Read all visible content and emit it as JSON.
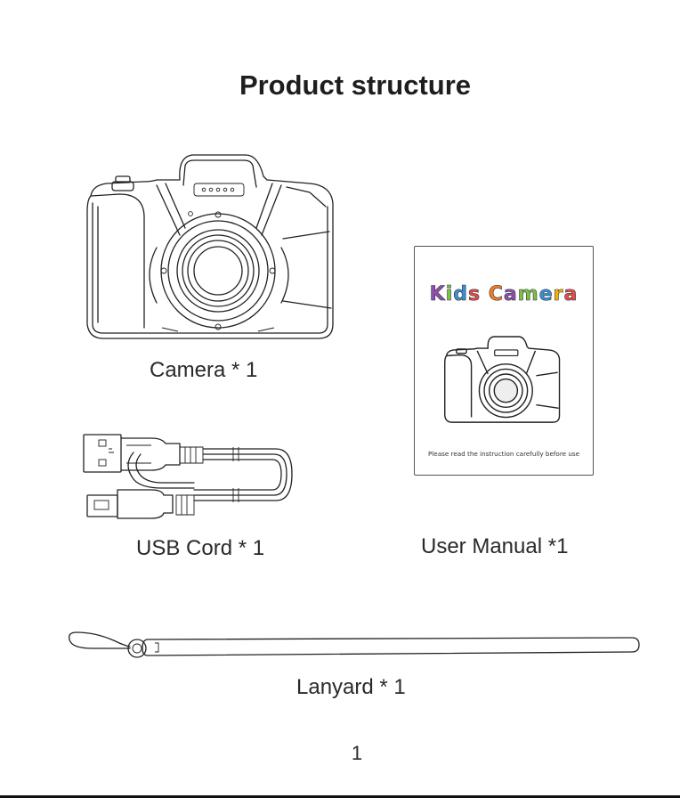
{
  "page": {
    "title": "Product structure",
    "page_number": "1"
  },
  "items": {
    "camera_caption": "Camera * 1",
    "usb_caption": "USB Cord * 1",
    "manual_caption": "User Manual *1",
    "lanyard_caption": "Lanyard * 1"
  },
  "manual": {
    "brand_letters": [
      {
        "char": "K",
        "color": "#8e4fb0"
      },
      {
        "char": "i",
        "color": "#7cc04a"
      },
      {
        "char": "d",
        "color": "#3a8fd6"
      },
      {
        "char": "s",
        "color": "#e64a4a"
      },
      {
        "char": " ",
        "color": "#000000"
      },
      {
        "char": "C",
        "color": "#f07c2a"
      },
      {
        "char": "a",
        "color": "#8e4fb0"
      },
      {
        "char": "m",
        "color": "#7cc04a"
      },
      {
        "char": "e",
        "color": "#3a8fd6"
      },
      {
        "char": "r",
        "color": "#f0b400"
      },
      {
        "char": "a",
        "color": "#e64a4a"
      }
    ],
    "note": "Please read the instruction carefully before use"
  }
}
